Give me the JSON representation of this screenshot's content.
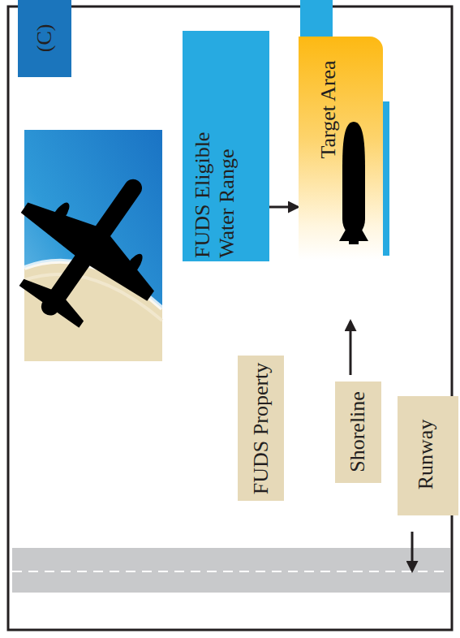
{
  "diagram": {
    "nodes": [
      {
        "text": [
          "(C)"
        ]
      },
      {
        "text": [
          "FUDS Eligible Water Range"
        ]
      },
      {
        "text": [
          "Target Area"
        ]
      },
      {
        "text": [
          "FUDS Property"
        ]
      },
      {
        "text": [
          "Shoreline"
        ]
      },
      {
        "text": [
          "Runway"
        ]
      }
    ],
    "edges": [
      {
        "from": 1,
        "to": 2,
        "arrow": "to"
      }
    ]
  }
}
